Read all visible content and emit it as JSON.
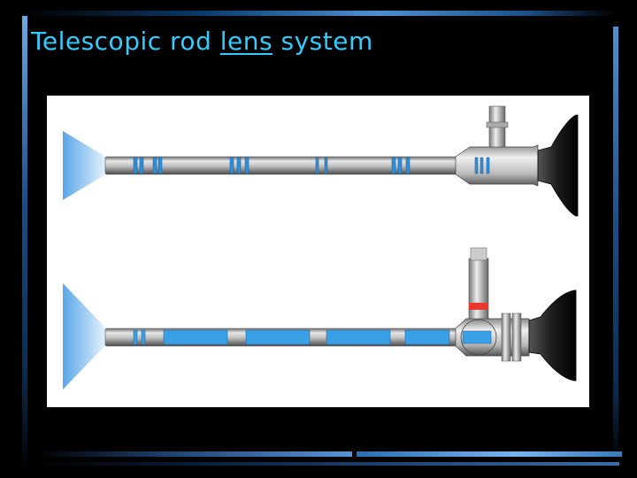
{
  "title": {
    "before": "Telescopic rod ",
    "underlined": "lens",
    "after": " system"
  },
  "colors": {
    "title": "#33ccff",
    "frame": "#4f8fd0",
    "lens_blue": "#3a9ee0",
    "eyepiece": "#1a1a1a",
    "fiber_port_red": "#e83a2a"
  }
}
